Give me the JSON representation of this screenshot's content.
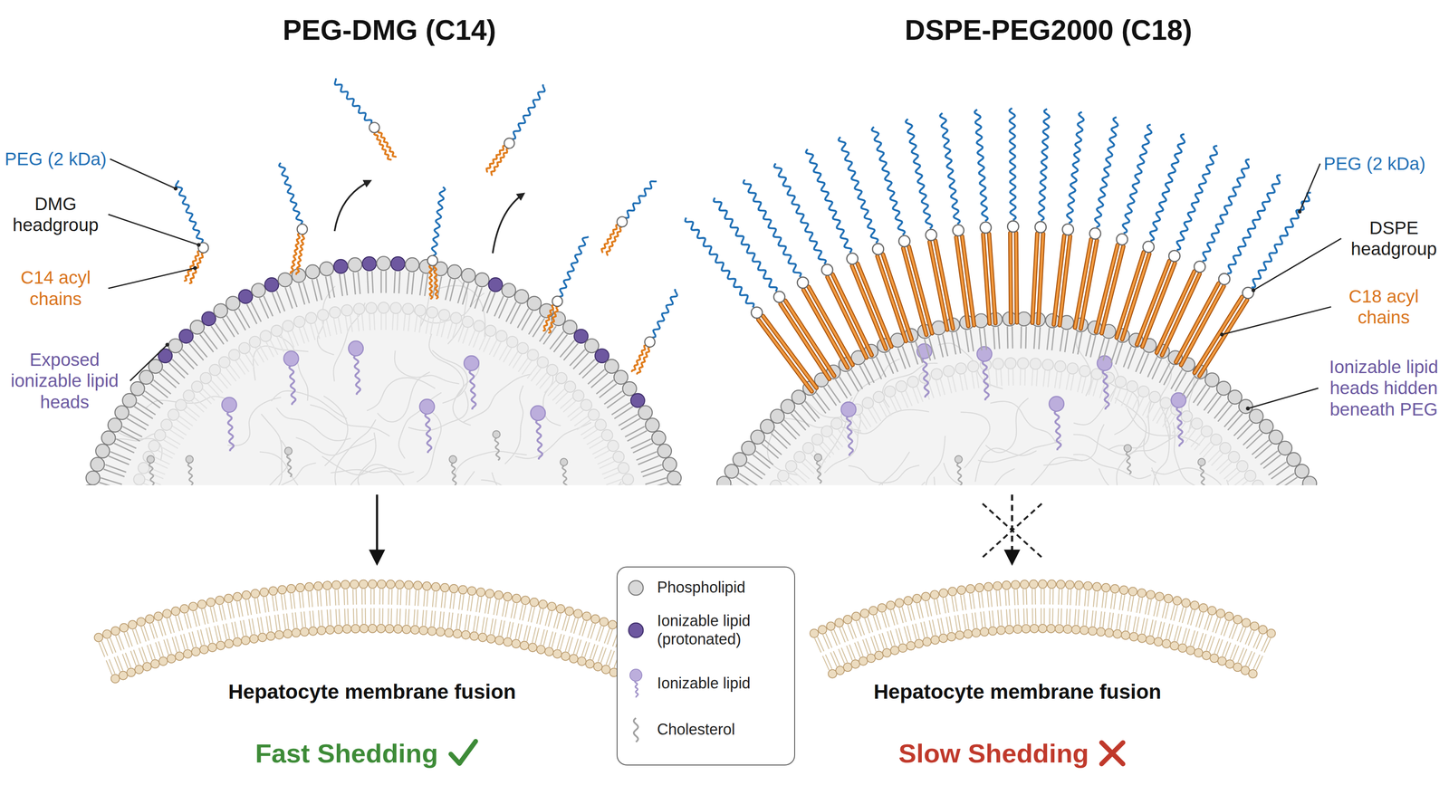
{
  "diagram": {
    "nodes": [
      {
        "text": [
          "PEG-DMG (C14)"
        ]
      },
      {
        "text": [
          "Hepatocyte membrane fusion"
        ]
      },
      {
        "text": [
          "DSPE-PEG2000 (C18)"
        ]
      },
      {
        "text": [
          "Hepatocyte membrane fusion"
        ]
      }
    ],
    "edges": [
      {
        "from": 0,
        "to": 1,
        "arrow": "to"
      },
      {
        "from": 2,
        "to": 3,
        "arrow": "to"
      }
    ],
    "labels": [
      "PEG (2 kDa)",
      "DMG headgroup",
      "C14 acyl chains",
      "Exposed ionizable lipid heads",
      "PEG (2 kDa)",
      "DSPE headgroup",
      "C18 acyl chains",
      "Ionizable lipid heads hidden beneath PEG",
      "Fast Shedding",
      "Slow Shedding"
    ],
    "legend": [
      {
        "text": "Phospholipid",
        "color": "#d9d9d9"
      },
      {
        "text": "Ionizable lipid (protonated)",
        "color": "#6e58a0"
      },
      {
        "text": "Ionizable lipid"
      },
      {
        "text": "Cholesterol"
      }
    ]
  }
}
